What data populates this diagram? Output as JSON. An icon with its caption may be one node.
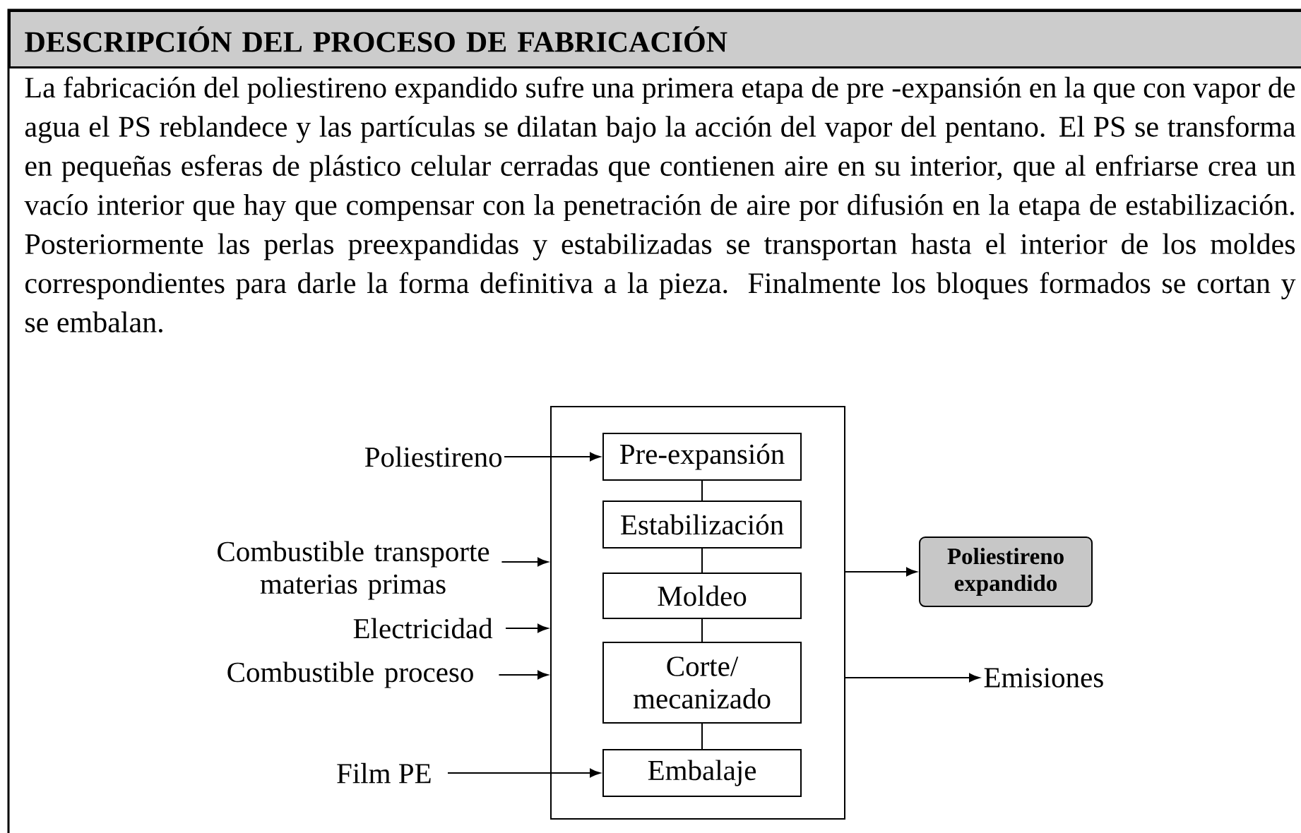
{
  "diagram": {
    "title": "DESCRIPCIÓN DEL PROCESO DE FABRICACIÓN",
    "nodes": [
      {
        "text": [],
        "shape": "box"
      },
      {
        "text": [
          "Pre-expansión"
        ],
        "in": 0
      },
      {
        "text": [
          "Estabilización"
        ],
        "in": 0
      },
      {
        "text": [
          "Moldeo"
        ],
        "in": 0
      },
      {
        "text": [
          "Corte/ mecanizado"
        ],
        "in": 0
      },
      {
        "text": [
          "Embalaje"
        ],
        "in": 0
      },
      {
        "text": [
          "Poliestireno"
        ]
      },
      {
        "text": [
          "Combustible transporte materias primas"
        ]
      },
      {
        "text": [
          "Electricidad"
        ]
      },
      {
        "text": [
          "Combustible proceso"
        ]
      },
      {
        "text": [
          "Film PE"
        ]
      },
      {
        "text": [
          "Poliestireno expandido"
        ]
      },
      {
        "text": [
          "Emisiones"
        ]
      }
    ],
    "edges": [
      {
        "from": 6,
        "to": 1,
        "arrow": "to"
      },
      {
        "from": 1,
        "to": 2,
        "arrow": "none"
      },
      {
        "from": 2,
        "to": 3,
        "arrow": "none"
      },
      {
        "from": 3,
        "to": 4,
        "arrow": "none"
      },
      {
        "from": 4,
        "to": 5,
        "arrow": "none"
      },
      {
        "from": 7,
        "to": 0,
        "arrow": "to"
      },
      {
        "from": 8,
        "to": 0,
        "arrow": "to"
      },
      {
        "from": 9,
        "to": 0,
        "arrow": "to"
      },
      {
        "from": 10,
        "to": 5,
        "arrow": "to"
      },
      {
        "from": 0,
        "to": 11,
        "arrow": "to"
      },
      {
        "from": 0,
        "to": 12,
        "arrow": "to"
      }
    ],
    "labels": [
      "La fabricación del poliestireno expandido sufre una primera etapa de pre -expansión en la que con vapor de agua el PS reblandece y las partículas se dilatan bajo la acción del vapor del pentano. El PS se transforma en pequeñas esferas de plástico celular cerradas que contienen aire en su interior, que al enfriarse crea un vacío interior que hay que compensar con la penetración de aire por difusión en la etapa de estabilización. Posteriormente las perlas preexpandidas y estabilizadas se transportan hasta el interior de los moldes correspondientes para darle la forma definitiva a la pieza. Finalmente los bloques formados se cortan y se embalan."
    ]
  }
}
